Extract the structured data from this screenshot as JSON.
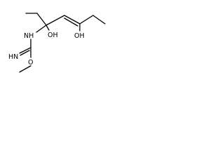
{
  "molecule": {
    "labels": {
      "nh": "NH",
      "oh_center": "OH",
      "oh_right": "OH",
      "imine": "HN",
      "methoxy_o": "O"
    }
  }
}
